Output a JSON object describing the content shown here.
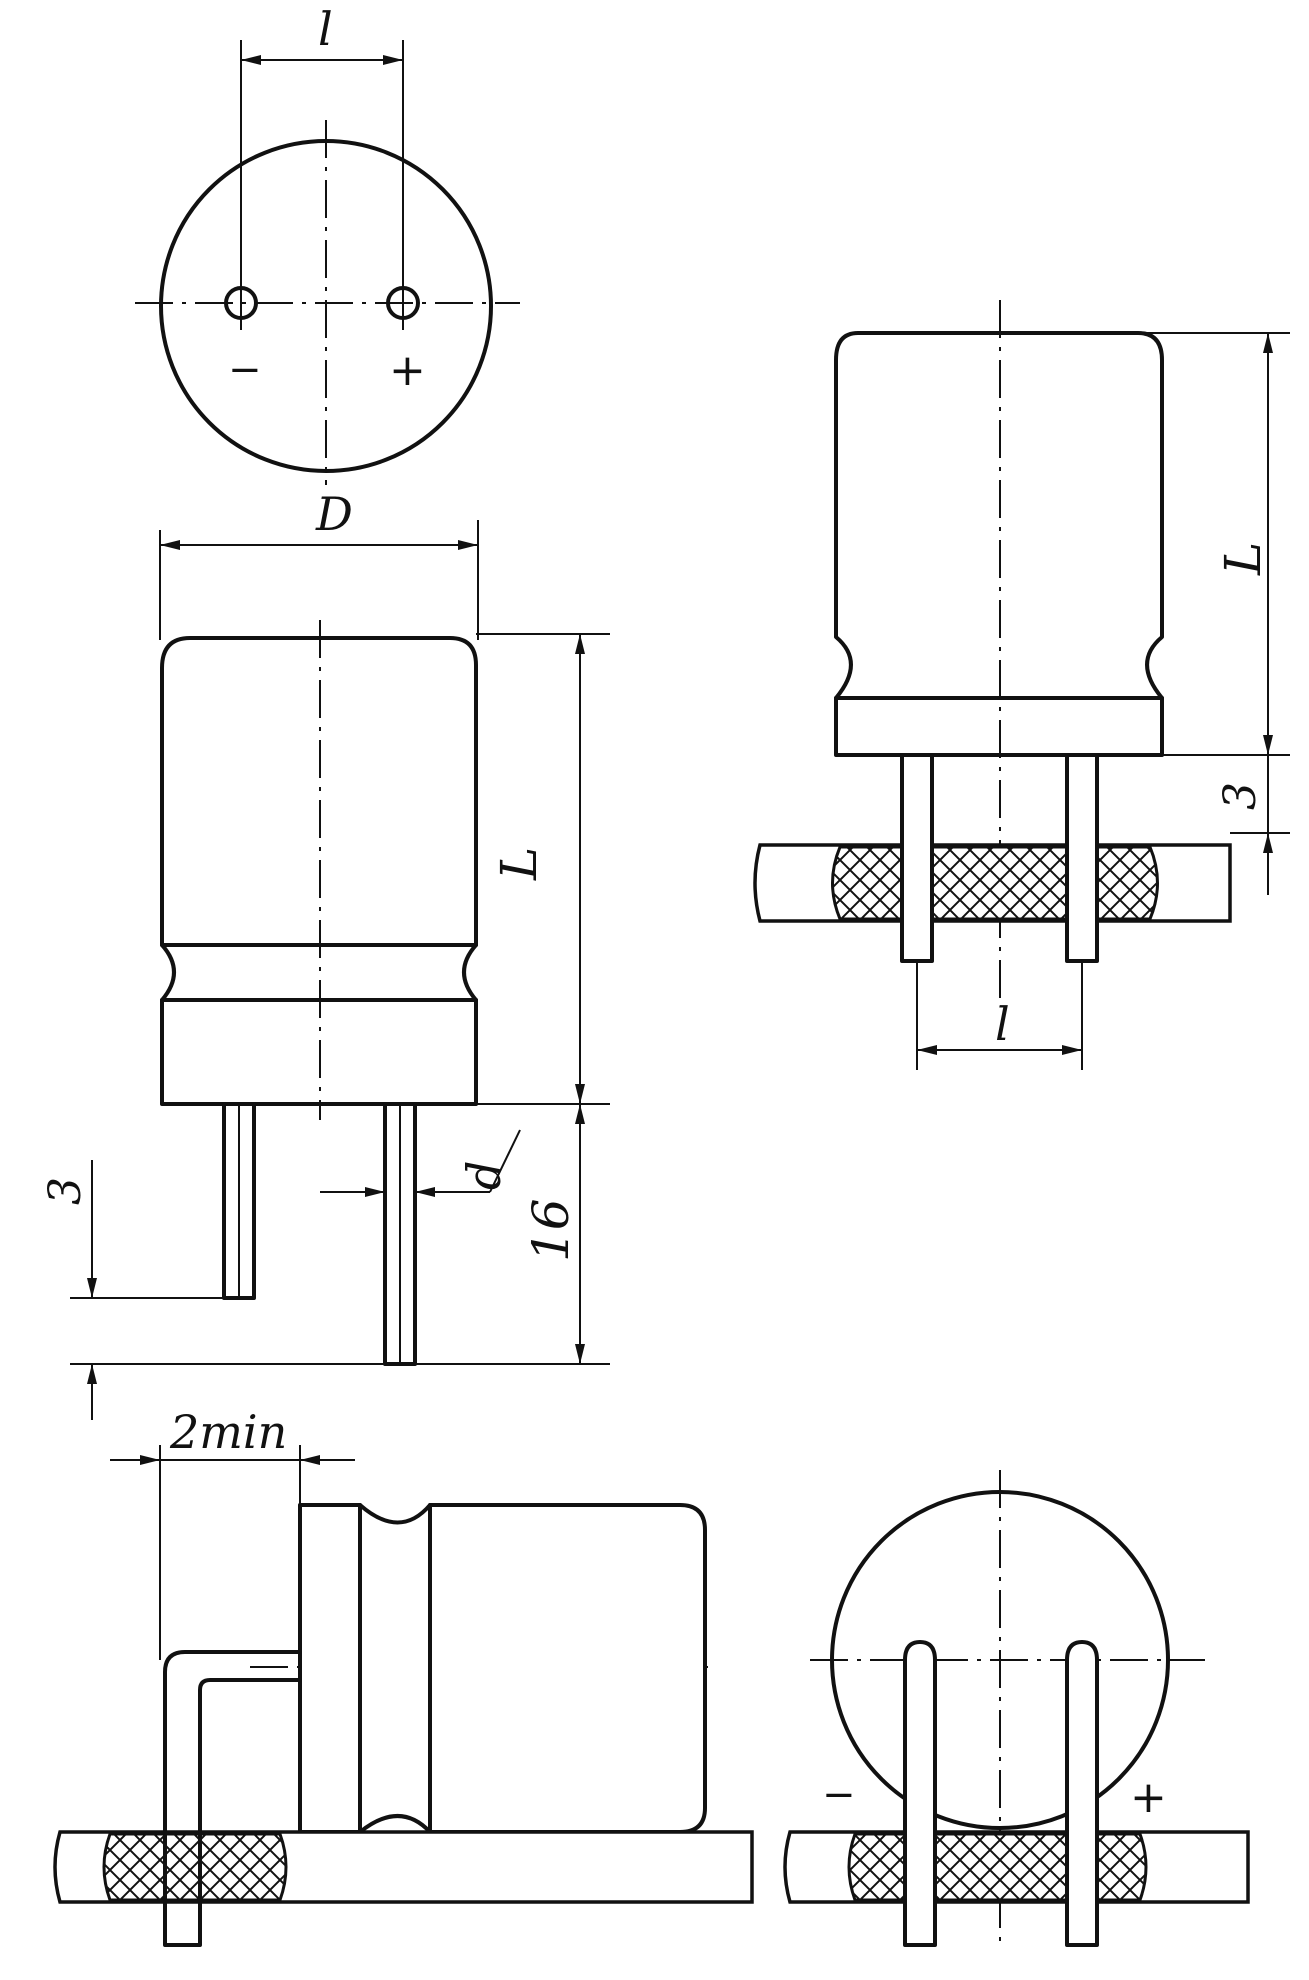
{
  "labels": {
    "lead_spacing": "l",
    "diameter": "D",
    "length": "L",
    "lead_diameter": "d",
    "lead_length": "16",
    "lead_offset": "3",
    "mount_gap": "3",
    "bend_min": "2min",
    "minus": "−",
    "plus": "+"
  }
}
